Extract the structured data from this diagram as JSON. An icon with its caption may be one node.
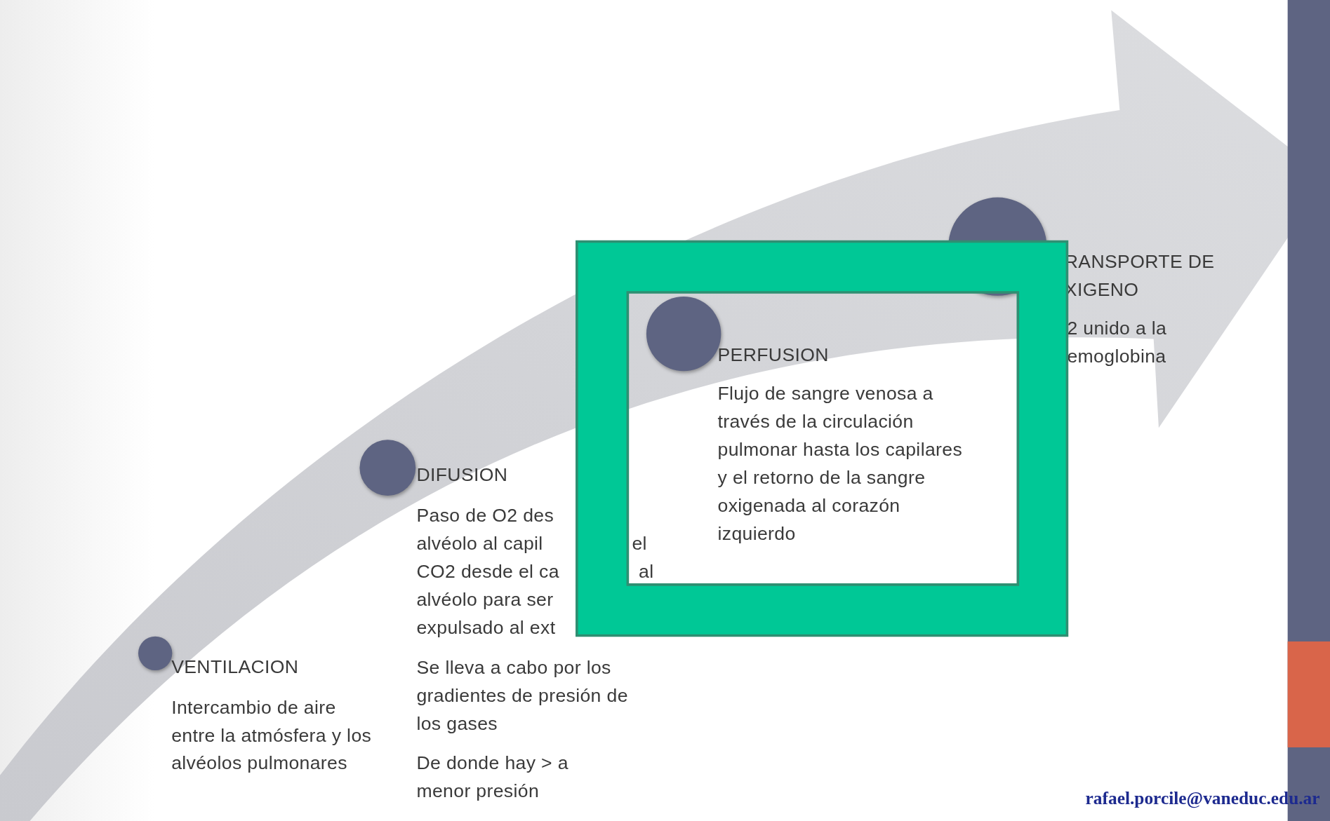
{
  "diagram": {
    "nodes": [
      {
        "text": [
          "VENTILACION",
          "Intercambio de aire entre la atmósfera y los alvéolos pulmonares"
        ]
      },
      {
        "text": [
          "DIFUSION",
          "Paso de O2 des",
          "alvéolo al capil",
          "CO2 desde el ca",
          "alvéolo para ser",
          "expulsado al ext"
        ]
      },
      {
        "text": [
          "Se lleva a cabo por los gradientes de presión de los gases",
          "De donde hay > a menor presión"
        ]
      },
      {
        "text": [
          "PERFUSION",
          "Flujo de sangre venosa a través de la circulación pulmonar hasta los capilares y el retorno de la sangre oxigenada al corazón izquierdo"
        ],
        "in": 5
      },
      {
        "text": [
          "RANSPORTE DE XIGENO",
          "2 unido a la emoglobina"
        ]
      },
      {
        "text": [],
        "shape": "box"
      }
    ],
    "labels": [
      "el",
      "al",
      "rafael.porcile@vaneduc.edu.ar"
    ]
  }
}
